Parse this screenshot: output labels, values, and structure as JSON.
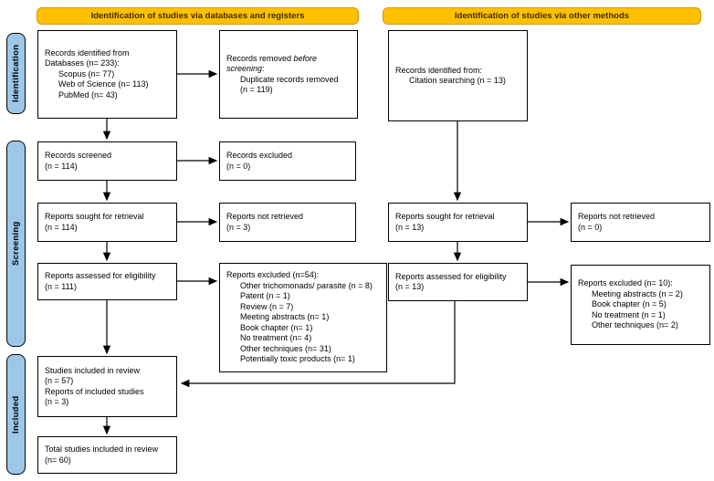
{
  "headers": {
    "databases": "Identification of studies via databases and registers",
    "other_methods": "Identification of studies via other methods"
  },
  "stages": {
    "identification": "Identification",
    "screening": "Screening",
    "included": "Included"
  },
  "boxes": {
    "records_identified_db": "Records identified from\nDatabases (n= 233):\n      Scopus (n= 77)\n      Web of Science (n= 113)\n      PubMed (n= 43)",
    "records_removed": {
      "part1": "Records removed ",
      "italic": "before\nscreening",
      "part2": ":\n      Duplicate records removed\n      (n = 119)"
    },
    "records_screened": "Records screened\n(n = 114)",
    "records_excluded": "Records excluded\n(n = 0)",
    "reports_sought_db": "Reports sought for retrieval\n(n = 114)",
    "reports_not_retrieved_db": "Reports not retrieved\n(n = 3)",
    "reports_assessed_db": "Reports assessed for eligibility\n(n = 111)",
    "reports_excluded_db": "Reports excluded (n=54):\n      Other trichomonads/ parasite (n = 8)\n      Patent (n = 1)\n      Review (n = 7)\n      Meeting abstracts (n= 1)\n      Book chapter (n= 1)\n      No treatment (n= 4)\n      Other techniques (n= 31)\n      Potentially toxic products (n= 1)",
    "studies_included": "Studies included in review\n(n = 57)\nReports of included studies\n(n = 3)",
    "total_studies": "Total studies included in review\n(n= 60)",
    "records_identified_other": "Records identified from:\n      Citation searching (n = 13)",
    "reports_sought_other": "Reports sought for retrieval\n(n = 13)",
    "reports_not_retrieved_other": "Reports not retrieved\n(n = 0)",
    "reports_assessed_other": "Reports assessed for eligibility\n(n = 13)",
    "reports_excluded_other": "Reports excluded (n= 10):\n      Meeting abstracts (n = 2)\n      Book chapter (n = 5)\n      No treatment (n = 1)\n      Other techniques (n= 2)"
  },
  "colors": {
    "header_bg": "#FFC000",
    "header_border": "#D49B00",
    "stage_bg": "#9CC7E8",
    "box_border": "#000000",
    "arrow": "#000000"
  }
}
